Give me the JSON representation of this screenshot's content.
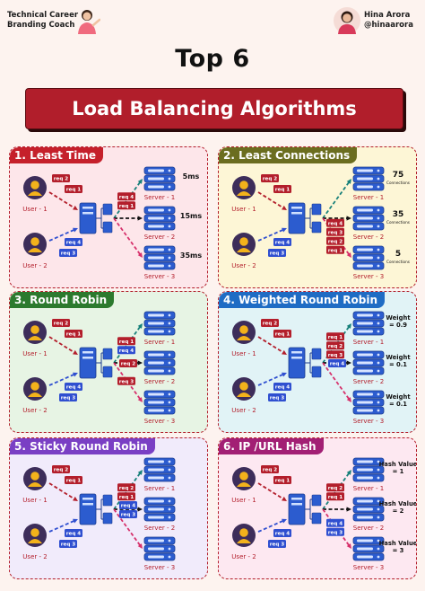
{
  "header": {
    "brand_line1": "Technical Career",
    "brand_line2": "Branding Coach",
    "author_name": "Hina Arora",
    "author_handle": "@hinaarora"
  },
  "title": {
    "top": "Top 6",
    "banner": "Load Balancing Algorithms"
  },
  "colors": {
    "brand_red": "#b11e2b",
    "req_red": "#b31e2b",
    "req_blue": "#2f4fd0",
    "arrow_teal": "#17807a",
    "arrow_pink": "#d6306b",
    "server_blue": "#2c5ccf"
  },
  "panels": [
    {
      "label": "1. Least Time",
      "label_color": "#c5202b",
      "bg": "#fde6ea",
      "users": [
        "User - 1",
        "User - 2"
      ],
      "servers": [
        "Server - 1",
        "Server - 2",
        "Server - 3"
      ],
      "side_labels": [
        "5ms",
        "15ms",
        "35ms"
      ],
      "tags": {
        "user1": [
          "req 2",
          "req 1"
        ],
        "user2": [
          "req 4",
          "req 3"
        ],
        "to_s1": [
          "req 4",
          "req 1"
        ],
        "to_s2": [],
        "to_s3": []
      }
    },
    {
      "label": "2. Least Connections",
      "label_color": "#6b6d1f",
      "bg": "#fdf6d6",
      "users": [
        "User - 1",
        "User - 2"
      ],
      "servers": [
        "Server - 1",
        "Server - 2",
        "Server - 3"
      ],
      "side_labels": [
        "75",
        "35",
        "5"
      ],
      "side_sublabel": "Connections",
      "tags": {
        "user1": [
          "req 2",
          "req 1"
        ],
        "user2": [
          "req 4",
          "req 3"
        ],
        "to_s1": [],
        "to_s2": [],
        "to_s3": [
          "req 4",
          "req 3",
          "req 2",
          "req 1"
        ]
      }
    },
    {
      "label": "3. Round Robin",
      "label_color": "#2c7a2e",
      "bg": "#e7f4e4",
      "users": [
        "User - 1",
        "User - 2"
      ],
      "servers": [
        "Server - 1",
        "Server - 2",
        "Server - 3"
      ],
      "side_labels": [],
      "tags": {
        "user1": [
          "req 2",
          "req 1"
        ],
        "user2": [
          "req 4",
          "req 3"
        ],
        "to_s1": [
          "req 1",
          "req 4"
        ],
        "to_s2": [
          "req 2"
        ],
        "to_s3": [
          "req 3"
        ]
      }
    },
    {
      "label": "4. Weighted Round Robin",
      "label_color": "#1f6cc4",
      "bg": "#e1f3f6",
      "users": [
        "User - 1",
        "User - 2"
      ],
      "servers": [
        "Server - 1",
        "Server - 2",
        "Server - 3"
      ],
      "side_labels": [
        "Weight = 0.9",
        "Weight = 0.1",
        "Weight = 0.1"
      ],
      "tags": {
        "user1": [
          "req 2",
          "req 1"
        ],
        "user2": [
          "req 4",
          "req 3"
        ],
        "to_s1": [
          "req 1",
          "req 2",
          "req 3"
        ],
        "to_s2": [
          "req 4"
        ],
        "to_s3": []
      }
    },
    {
      "label": "5. Sticky Round Robin",
      "label_color": "#7a3fc4",
      "bg": "#f1ebfb",
      "users": [
        "User - 1",
        "User - 2"
      ],
      "servers": [
        "Server - 1",
        "Server - 2",
        "Server - 3"
      ],
      "side_labels": [],
      "tags": {
        "user1": [
          "req 2",
          "req 1"
        ],
        "user2": [
          "req 4",
          "req 3"
        ],
        "to_s1": [
          "req 2",
          "req 1"
        ],
        "to_s2": [
          "req 4",
          "req 3"
        ],
        "to_s3": []
      }
    },
    {
      "label": "6. IP /URL Hash",
      "label_color": "#a21f74",
      "bg": "#fde8f1",
      "users": [
        "User - 1",
        "User - 2"
      ],
      "servers": [
        "Server - 1",
        "Server - 2",
        "Server - 3"
      ],
      "side_labels": [
        "Hash Value = 1",
        "Hash Value = 2",
        "Hash Value = 3"
      ],
      "tags": {
        "user1": [
          "req 2",
          "req 1"
        ],
        "user2": [
          "req 4",
          "req 3"
        ],
        "to_s1": [
          "req 2",
          "req 1"
        ],
        "to_s2": [],
        "to_s3": [
          "req 4",
          "req 3"
        ]
      }
    }
  ]
}
